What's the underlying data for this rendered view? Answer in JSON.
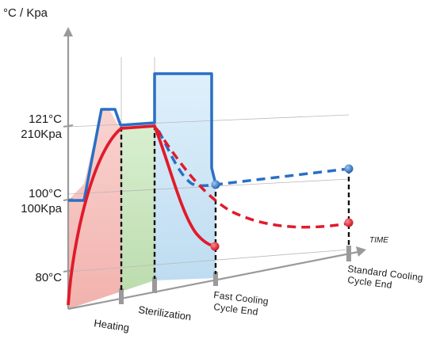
{
  "chart_data": {
    "type": "line",
    "axis_unit_label": "°C / Kpa",
    "x_axis_label": "TIME",
    "y_tick_labels": [
      {
        "temp": "121°C",
        "pressure": "210Kpa"
      },
      {
        "temp": "100°C",
        "pressure": "100Kpa"
      },
      {
        "temp": "80°C",
        "pressure": ""
      }
    ],
    "phases": [
      "Heating",
      "Sterilization"
    ],
    "events": [
      {
        "line1": "Fast Cooling",
        "line2": "Cycle End"
      },
      {
        "line1": "Standard Cooling",
        "line2": "Cycle End"
      }
    ],
    "series": [
      {
        "kind": "pressure",
        "style": "solid",
        "color": "#2a6fc4"
      },
      {
        "kind": "temperature",
        "style": "solid",
        "color": "#e01b2b"
      },
      {
        "kind": "pressure",
        "style": "dashed",
        "color": "#2a6fc4"
      },
      {
        "kind": "temperature",
        "style": "dashed",
        "color": "#e01b2b"
      }
    ],
    "colors": {
      "heating_fill": "#f6c7c4",
      "sterilization_fill": "#cfe8c6",
      "cooling_fill": "#cfe6f6",
      "pressure": "#2a6fc4",
      "temperature": "#e01b2b",
      "axis": "#9a9a9a"
    }
  }
}
